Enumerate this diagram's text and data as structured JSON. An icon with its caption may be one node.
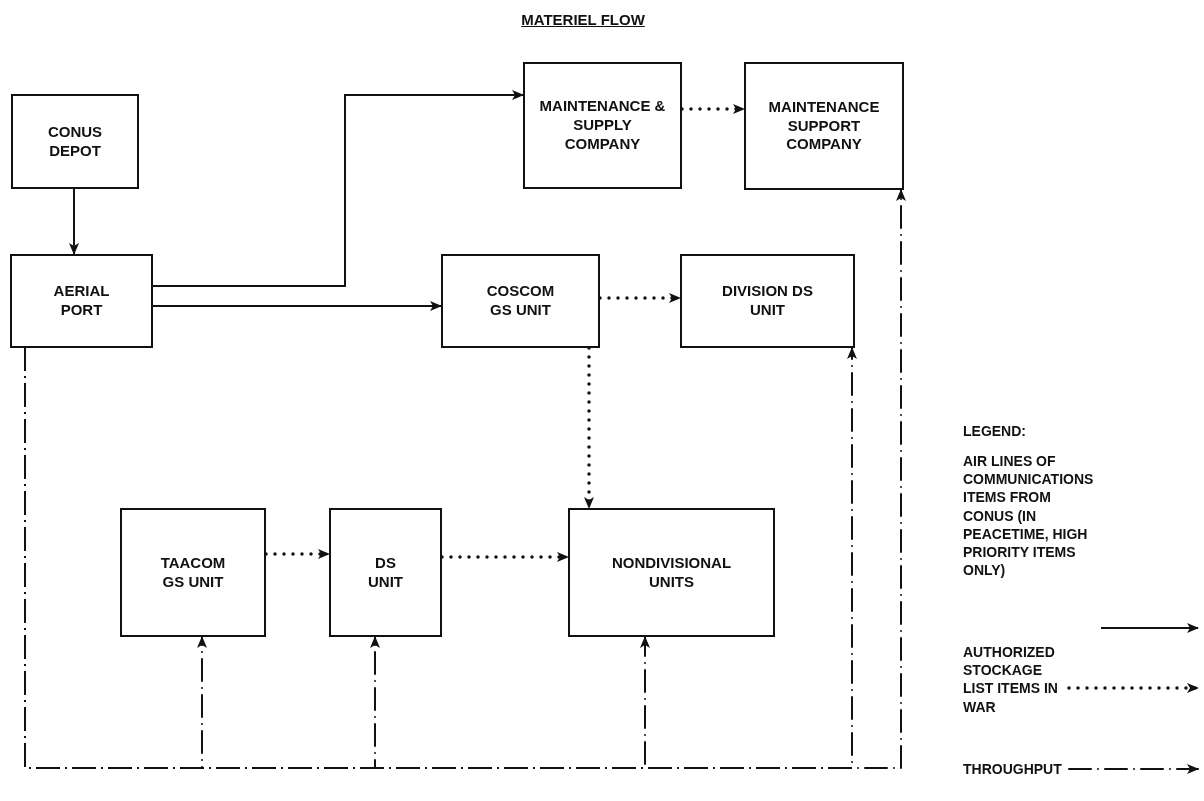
{
  "diagram": {
    "title": "MATERIEL FLOW",
    "nodes": [
      {
        "text": [
          "CONUS DEPOT"
        ]
      },
      {
        "text": [
          "AERIAL PORT"
        ]
      },
      {
        "text": [
          "MAINTENANCE & SUPPLY COMPANY"
        ]
      },
      {
        "text": [
          "MAINTENANCE SUPPORT COMPANY"
        ]
      },
      {
        "text": [
          "COSCOM GS UNIT"
        ]
      },
      {
        "text": [
          "DIVISION DS UNIT"
        ]
      },
      {
        "text": [
          "TAACOM GS UNIT"
        ]
      },
      {
        "text": [
          "DS UNIT"
        ]
      },
      {
        "text": [
          "NONDIVISIONAL UNITS"
        ]
      }
    ],
    "edges": [
      {
        "from": 0,
        "to": 1,
        "arrow": "to"
      },
      {
        "from": 1,
        "to": 2,
        "arrow": "to"
      },
      {
        "from": 1,
        "to": 4,
        "arrow": "to"
      },
      {
        "from": 2,
        "to": 3,
        "arrow": "to",
        "style": "dashed"
      },
      {
        "from": 4,
        "to": 5,
        "arrow": "to",
        "style": "dashed"
      },
      {
        "from": 4,
        "to": 8,
        "arrow": "to",
        "style": "dashed"
      },
      {
        "from": 6,
        "to": 7,
        "arrow": "to",
        "style": "dashed"
      },
      {
        "from": 7,
        "to": 8,
        "arrow": "to",
        "style": "dashed"
      },
      {
        "from": 1,
        "to": 6,
        "arrow": "to",
        "style": "dashed"
      },
      {
        "from": 1,
        "to": 7,
        "arrow": "to",
        "style": "dashed"
      },
      {
        "from": 1,
        "to": 8,
        "arrow": "to",
        "style": "dashed"
      },
      {
        "from": 1,
        "to": 5,
        "arrow": "to",
        "style": "dashed"
      },
      {
        "from": 1,
        "to": 3,
        "arrow": "to",
        "style": "dashed"
      }
    ],
    "labels": [
      "LEGEND:"
    ],
    "legend": [
      {
        "text": "AIR LINES OF COMMUNICATIONS ITEMS FROM CONUS (IN PEACETIME, HIGH PRIORITY ITEMS ONLY)"
      },
      {
        "text": "AUTHORIZED STOCKAGE LIST ITEMS IN WAR"
      },
      {
        "text": "THROUGHPUT"
      }
    ]
  }
}
